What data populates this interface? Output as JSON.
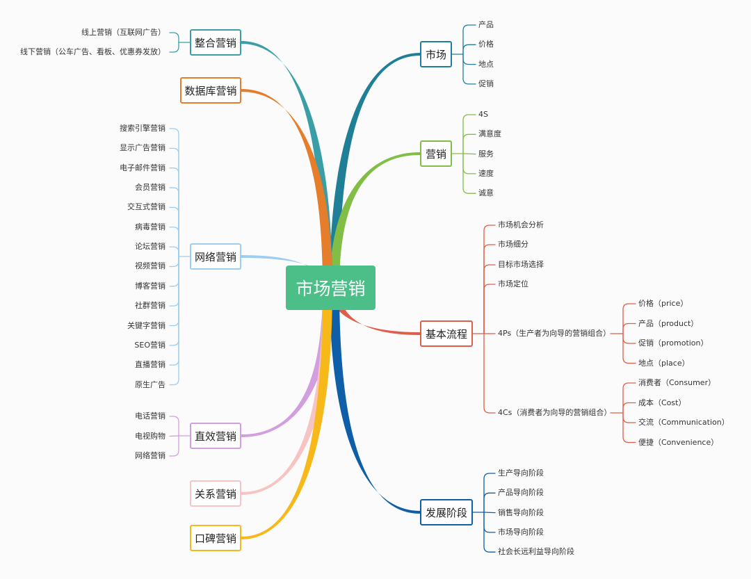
{
  "root": "市场营销",
  "right": [
    {
      "id": "market",
      "label": "市场",
      "color": "#1f7f96",
      "children": [
        "产品",
        "价格",
        "地点",
        "促销"
      ]
    },
    {
      "id": "yingxiao",
      "label": "营销",
      "color": "#82bd45",
      "children": [
        "4S",
        "满意度",
        "服务",
        "速度",
        "诚意"
      ]
    },
    {
      "id": "process",
      "label": "基本流程",
      "color": "#e05d4a",
      "children": [
        {
          "label": "市场机会分析"
        },
        {
          "label": "市场细分"
        },
        {
          "label": "目标市场选择"
        },
        {
          "label": "市场定位"
        },
        {
          "label": "4Ps（生产者为向导的营销组合）",
          "children": [
            "价格（price）",
            "产品（product）",
            "促销（promotion）",
            "地点（place）"
          ]
        },
        {
          "label": "4Cs（消费者为向导的营销组合）",
          "children": [
            "消费者（Consumer）",
            "成本（Cost）",
            "交流（Communication）",
            "便捷（Convenience）"
          ]
        }
      ]
    },
    {
      "id": "stage",
      "label": "发展阶段",
      "color": "#0f5ea8",
      "children": [
        "生产导向阶段",
        "产品导向阶段",
        "销售导向阶段",
        "市场导向阶段",
        "社会长远利益导向阶段"
      ]
    }
  ],
  "left": [
    {
      "id": "integrated",
      "label": "整合营销",
      "color": "#3a9ea6",
      "children": [
        "线上营销（互联网广告）",
        "线下营销（公车广告、看板、优惠券发放）"
      ]
    },
    {
      "id": "database",
      "label": "数据库营销",
      "color": "#e57d2b",
      "children": []
    },
    {
      "id": "network",
      "label": "网络营销",
      "color": "#9dcdf0",
      "children": [
        "搜索引擎营销",
        "显示广告营销",
        "电子邮件营销",
        "会员营销",
        "交互式营销",
        "病毒营销",
        "论坛营销",
        "视频营销",
        "博客营销",
        "社群营销",
        "关键字营销",
        "SEO营销",
        "直播营销",
        "原生广告"
      ]
    },
    {
      "id": "direct",
      "label": "直效营销",
      "color": "#d29ee0",
      "children": [
        "电话营销",
        "电视购物",
        "网络营销"
      ]
    },
    {
      "id": "relation",
      "label": "关系营销",
      "color": "#f7c4c4",
      "children": []
    },
    {
      "id": "wom",
      "label": "口碑营销",
      "color": "#f7b81a",
      "children": []
    }
  ]
}
